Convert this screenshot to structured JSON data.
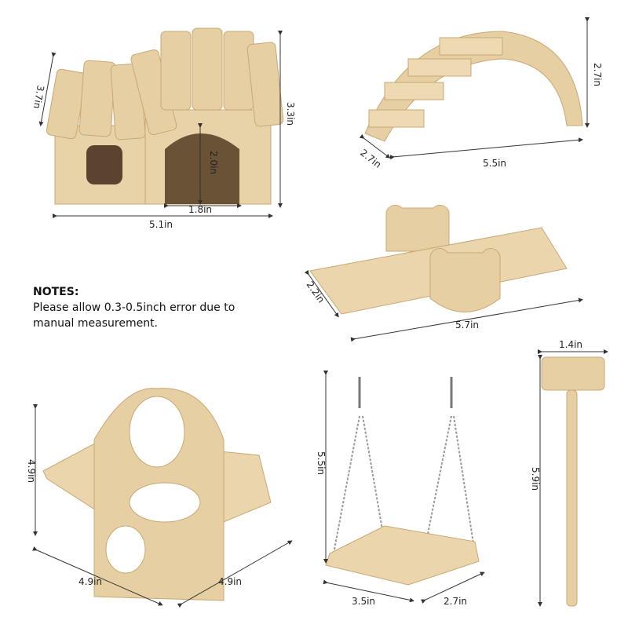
{
  "colors": {
    "wood": "#e6cfa3",
    "wood_dark": "#c9a874",
    "line": "#333333",
    "background": "#ffffff"
  },
  "notes": {
    "title": "NOTES:",
    "line1": "Please allow 0.3-0.5inch error due to",
    "line2": "manual measurement."
  },
  "house": {
    "roof_height": "3.7in",
    "height": "3.3in",
    "door_height": "2.0in",
    "door_width": "1.8in",
    "width": "5.1in"
  },
  "bridge": {
    "height": "2.7in",
    "depth": "2.7in",
    "length": "5.5in"
  },
  "seesaw": {
    "width": "2.2in",
    "length": "5.7in"
  },
  "cross_tunnel": {
    "height": "4.9in",
    "width": "4.9in",
    "depth": "4.9in"
  },
  "swing": {
    "height": "5.5in",
    "width": "3.5in",
    "depth": "2.7in"
  },
  "hammer": {
    "head_width": "1.4in",
    "length": "5.9in"
  }
}
